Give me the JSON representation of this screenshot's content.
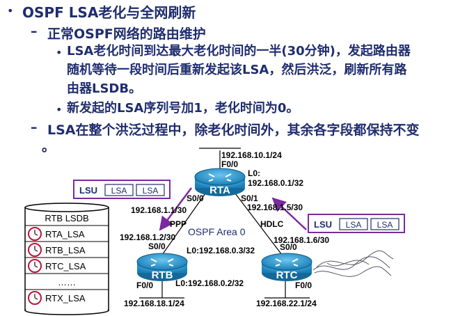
{
  "title": "OSPF LSA老化与全网刷新",
  "sub1": "正常OSPF网络的路由维护",
  "b1_line1": "LSA老化时间到达最大老化时间的一半(30分钟)，发起路由器",
  "b1_line2": "随机等待一段时间后重新发起该LSA，然后洪泛，刷新所有路",
  "b1_line3": "由器LSDB。",
  "b2": "新发起的LSA序列号加1，老化时间为0。",
  "sub2_line1": "LSA在整个洪泛过程中，除老化时间外，其余各字段都保持不变",
  "sub2_line2": "。",
  "diagram": {
    "routers": {
      "rta": "RTA",
      "rtb": "RTB",
      "rtc": "RTC"
    },
    "rta_top_net": "192.168.10.1/24",
    "rta_f00": "F0/0",
    "rta_l0_label": "L0:",
    "rta_l0_ip": "192.168.0.1/32",
    "rta_s00": "S0/0",
    "rta_s01": "S0/1",
    "rta_s00_ip": "192.168.1.1/30",
    "rta_s01_ip": "192.168.1.5/30",
    "link_ppp": "PPP",
    "link_hdlc": "HDLC",
    "area": "OSPF Area 0",
    "rtb_s00_ip": "192.168.1.2/30",
    "rtb_s00": "S0/0",
    "rtc_s00_ip": "192.168.1.6/30",
    "rtc_s00": "S0/0",
    "rtc_l0": "L0:192.168.0.3/32",
    "rtb_l0": "L0:192.168.0.2/32",
    "rtb_f00": "F0/0",
    "rtc_f00": "F0/0",
    "rtb_net": "192.168.18.1/24",
    "rtc_net": "192.168.22.1/24",
    "lsu_left": {
      "label": "LSU",
      "lsa1": "LSA",
      "lsa2": "LSA"
    },
    "lsu_right": {
      "label": "LSU",
      "lsa1": "LSA",
      "lsa2": "LSA"
    },
    "lsdb": {
      "title": "RTB LSDB",
      "rows": [
        "RTA_LSA",
        "RTB_LSA",
        "RTC_LSA",
        "……",
        "RTX_LSA"
      ]
    }
  },
  "colors": {
    "text": "#1f2d6e",
    "accent": "#7a2a9e",
    "router": "#1e8fc7"
  }
}
